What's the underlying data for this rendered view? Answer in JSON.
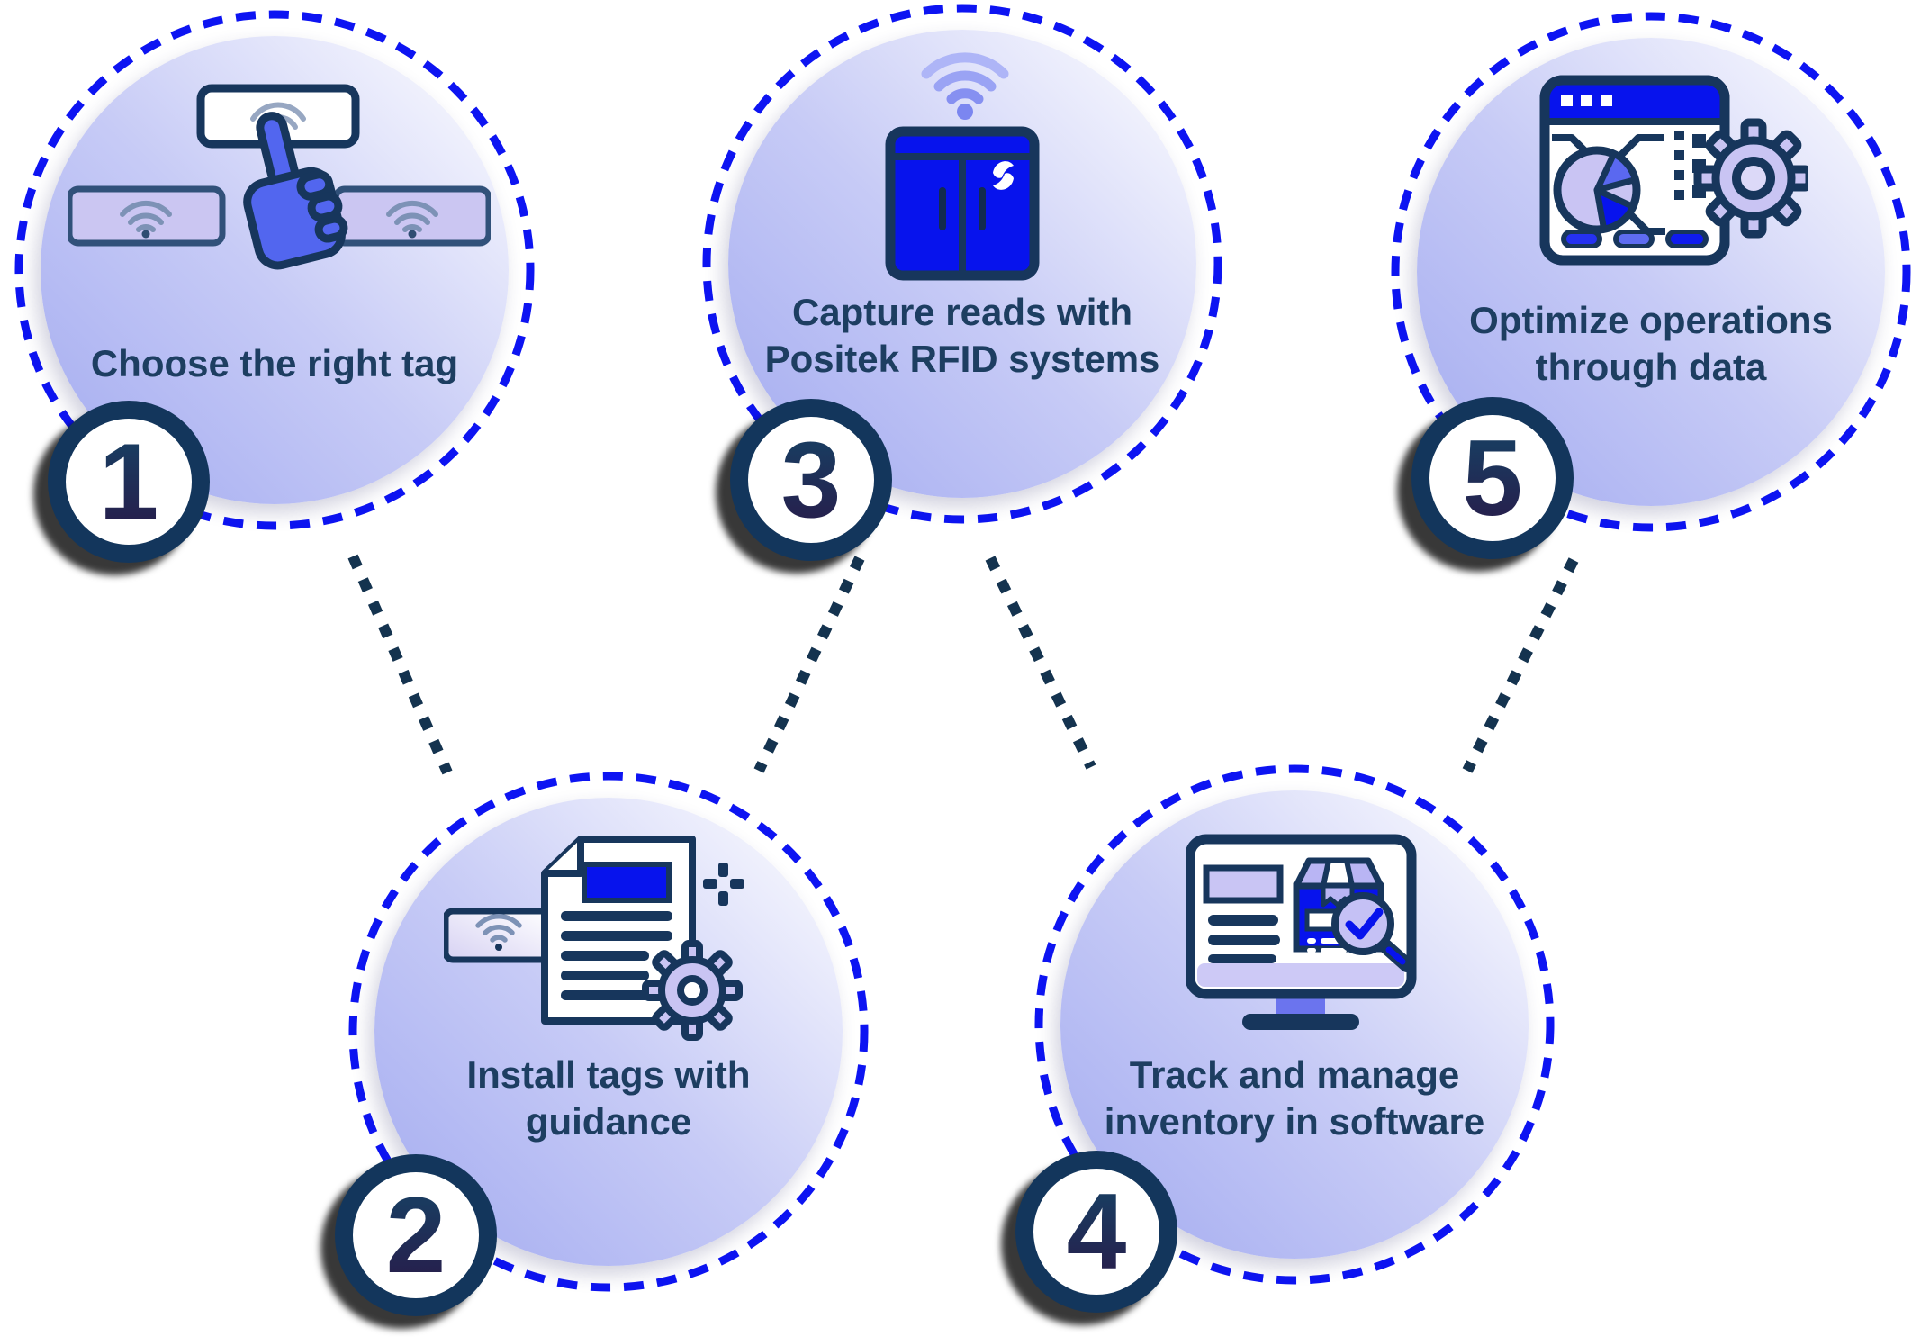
{
  "colors": {
    "brand_blue": "#0713ed",
    "dashed_ring_blue": "#0d14f2",
    "outline_navy": "#17365c",
    "text_navy": "#1d3e61",
    "connector_navy": "#14334f",
    "lavender": "#c9c4f3",
    "medium_blue_purple": "#5a68f0",
    "circle_gradient_bottom_left": "#a2aaf0",
    "circle_gradient_top_right": "#ffffff",
    "badge_ring_navy": "#13365c"
  },
  "steps": [
    {
      "number": "1",
      "label": "Choose the right tag",
      "icon": "rfid-tag-selection-icon"
    },
    {
      "number": "2",
      "label": "Install tags with\nguidance",
      "icon": "tag-install-document-gear-icon"
    },
    {
      "number": "3",
      "label": "Capture reads with\nPositek RFID systems",
      "icon": "rfid-reader-cabinet-icon"
    },
    {
      "number": "4",
      "label": "Track and manage\ninventory in software",
      "icon": "inventory-software-monitor-icon"
    },
    {
      "number": "5",
      "label": "Optimize operations\nthrough data",
      "icon": "analytics-dashboard-gear-icon"
    }
  ]
}
